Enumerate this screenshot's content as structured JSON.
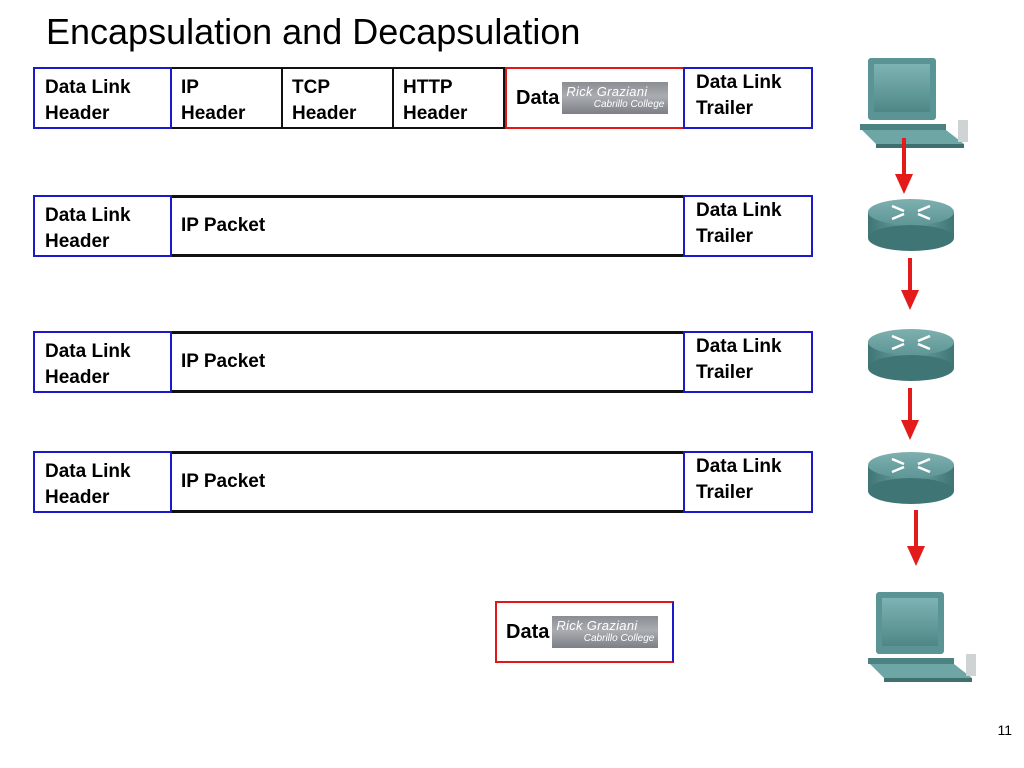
{
  "title": "Encapsulation and Decapsulation",
  "page_number": "11",
  "watermark": {
    "name": "Rick Graziani",
    "org": "Cabrillo College"
  },
  "colors": {
    "blue": "#1a1acc",
    "red": "#e01818",
    "arrow": "#e31b1b",
    "device": "#5f9c9c"
  },
  "row1": {
    "dl_header": [
      "Data Link",
      "Header"
    ],
    "ip_header": [
      "IP",
      "Header"
    ],
    "tcp_header": [
      "TCP",
      "Header"
    ],
    "http_header": [
      "HTTP",
      "Header"
    ],
    "data": "Data",
    "dl_trailer": [
      "Data Link",
      "Trailer"
    ]
  },
  "rows": [
    {
      "dl_header": [
        "Data Link",
        "Header"
      ],
      "packet": "IP Packet",
      "dl_trailer": [
        "Data Link",
        "Trailer"
      ]
    },
    {
      "dl_header": [
        "Data Link",
        "Header"
      ],
      "packet": "IP Packet",
      "dl_trailer": [
        "Data Link",
        "Trailer"
      ]
    },
    {
      "dl_header": [
        "Data Link",
        "Header"
      ],
      "packet": "IP Packet",
      "dl_trailer": [
        "Data Link",
        "Trailer"
      ]
    }
  ],
  "final": {
    "data": "Data"
  },
  "devices": [
    {
      "icon": "computer-icon"
    },
    {
      "icon": "router-icon"
    },
    {
      "icon": "router-icon"
    },
    {
      "icon": "router-icon"
    },
    {
      "icon": "computer-icon"
    }
  ]
}
